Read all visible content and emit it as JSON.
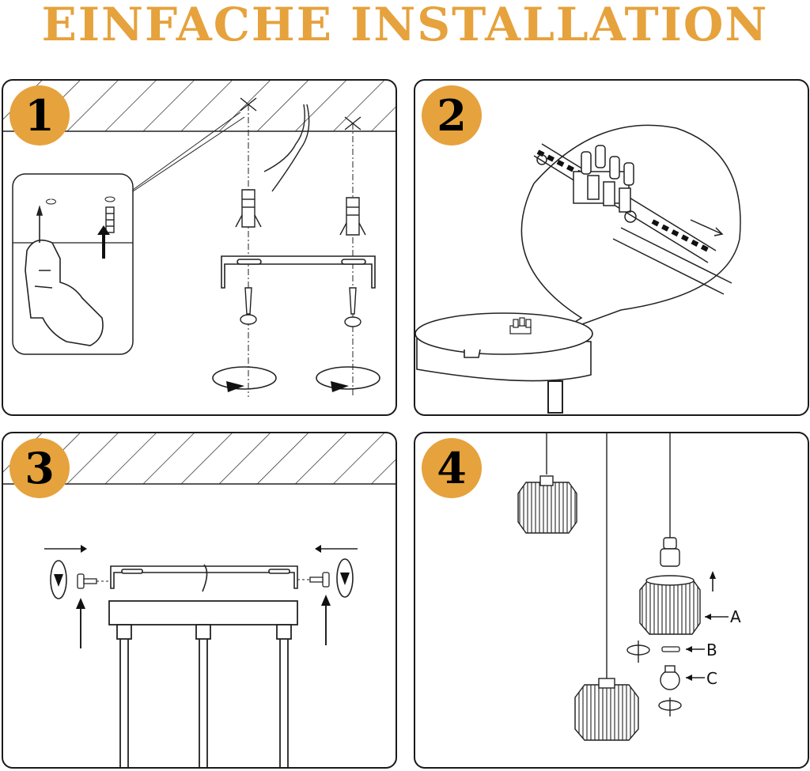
{
  "title": "EINFACHE INSTALLATION",
  "steps": [
    {
      "number": "1"
    },
    {
      "number": "2"
    },
    {
      "number": "3"
    },
    {
      "number": "4",
      "labels": {
        "a": "A",
        "b": "B",
        "c": "C"
      }
    }
  ],
  "icons": {
    "step1": [
      "ceiling-hatch-icon",
      "drill-icon",
      "wall-anchor-icon",
      "mounting-bracket-icon",
      "screw-icon",
      "rotate-arrow-icon"
    ],
    "step2": [
      "terminal-block-icon",
      "canopy-plate-icon",
      "wire-icon"
    ],
    "step3": [
      "ceiling-hatch-icon",
      "canopy-icon",
      "side-screw-icon",
      "rotate-arrow-icon",
      "push-arrow-icon"
    ],
    "step4": [
      "cage-shade-icon",
      "lamp-socket-icon",
      "ring-icon",
      "light-bulb-icon"
    ]
  },
  "colors": {
    "accent": "#e6a23c",
    "ink": "#1a1a1a"
  }
}
